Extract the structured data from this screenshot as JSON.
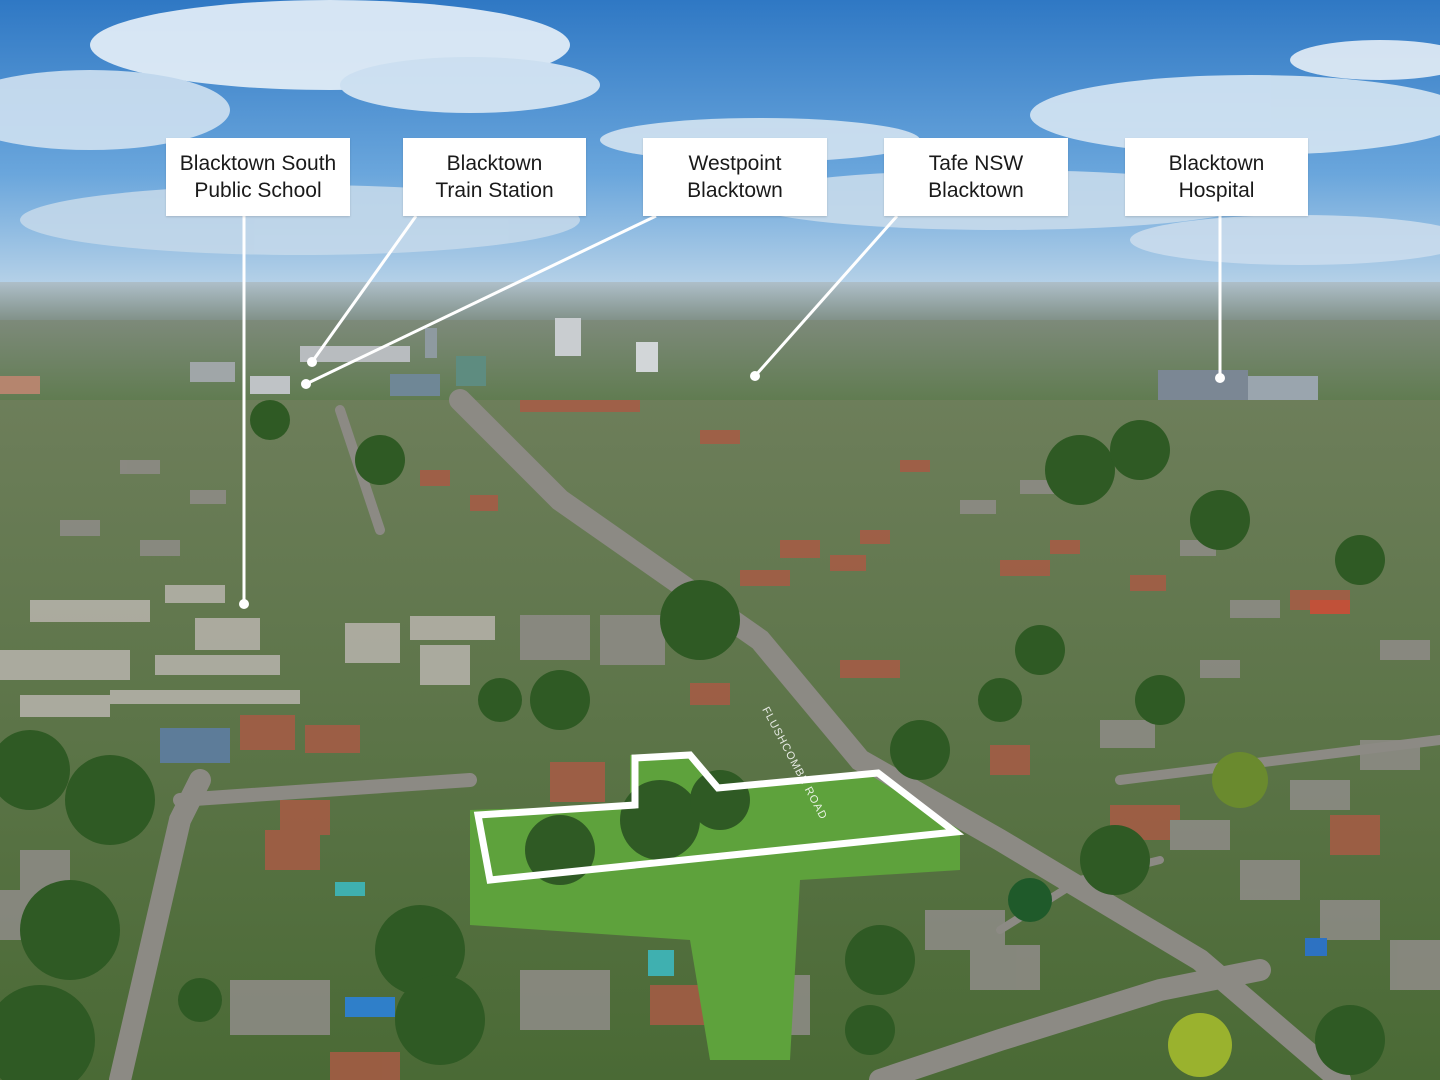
{
  "labels": [
    {
      "line1": "Blacktown South",
      "line2": "Public School"
    },
    {
      "line1": "Blacktown",
      "line2": "Train Station"
    },
    {
      "line1": "Westpoint",
      "line2": "Blacktown"
    },
    {
      "line1": "Tafe NSW",
      "line2": "Blacktown"
    },
    {
      "line1": "Blacktown",
      "line2": "Hospital"
    }
  ],
  "road_name": "FLUSHCOMBE ROAD",
  "colors": {
    "sky": "#3f86c9",
    "grass": "#4f9a35",
    "roof_red": "#b5523a",
    "outline": "#ffffff"
  }
}
